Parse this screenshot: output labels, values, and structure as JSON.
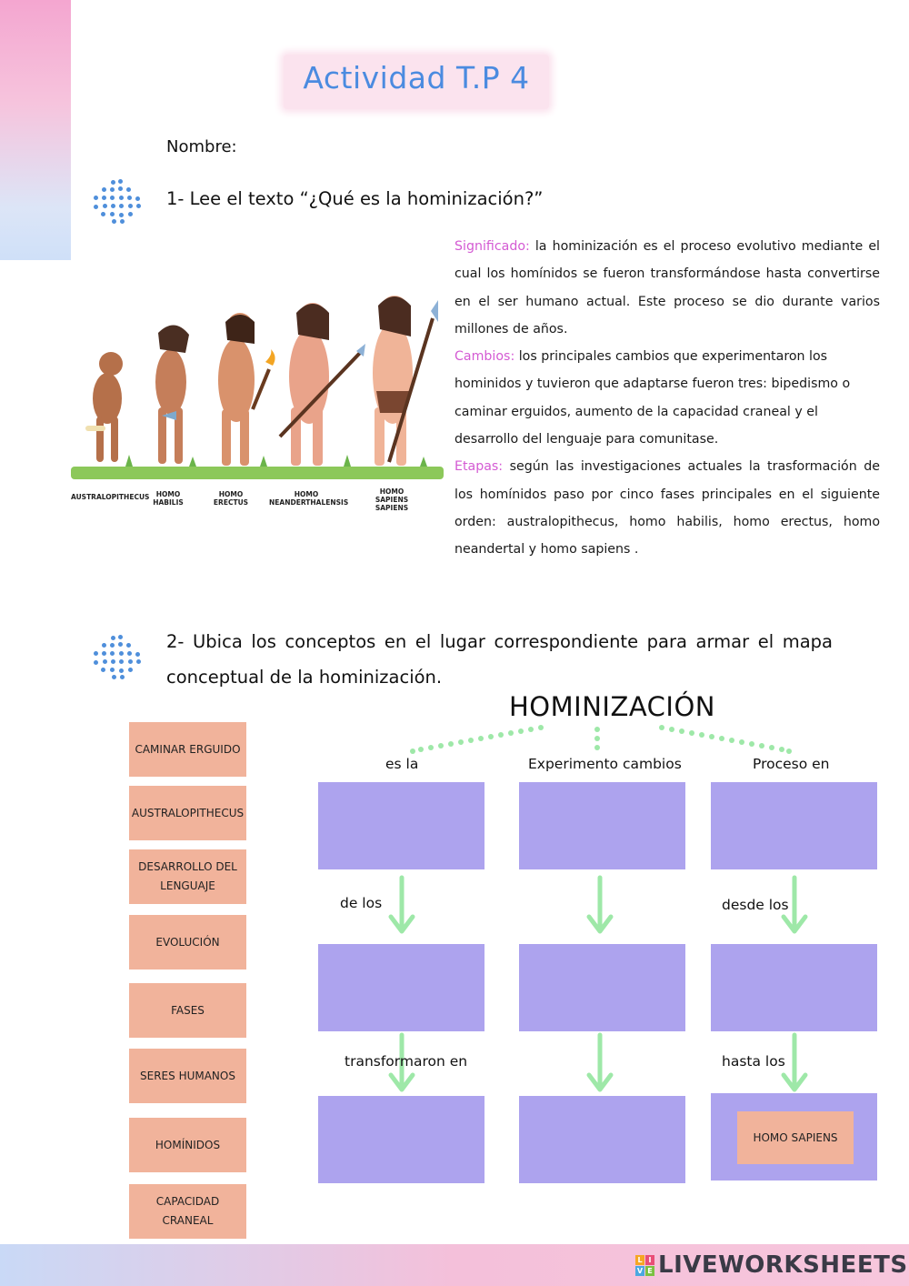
{
  "title": "Actividad T.P 4",
  "nombre_label": "Nombre:",
  "q1": "1- Lee el texto “¿Qué es la hominización?”",
  "paragraphs": {
    "significado_kw": "Significado:",
    "significado": " la hominización es el proceso evolutivo mediante el cual los homínidos se fueron transformándose hasta convertirse en el ser humano actual. Este proceso se dio durante varios millones de años.",
    "cambios_kw": "Cambios:",
    "cambios": " los principales cambios que experimentaron los hominidos y tuvieron que adaptarse fueron tres: bipedismo o caminar erguidos, aumento de la capacidad craneal y el desarrollo del lenguaje para comunitase.",
    "etapas_kw": "Etapas:",
    "etapas": " según las investigaciones actuales la trasformación de los homínidos paso por cinco fases principales en el siguiente orden: australopithecus, homo habilis, homo erectus, homo neandertal y homo sapiens ."
  },
  "evolution_labels": [
    "AUSTRALOPITHECUS",
    "HOMO HABILIS",
    "HOMO ERECTUS",
    "HOMO NEANDERTHALENSIS",
    "HOMO SAPIENS SAPIENS"
  ],
  "q2": "2- Ubica los conceptos en el lugar correspondiente para armar el mapa conceptual de la hominización.",
  "concepts": [
    "CAMINAR ERGUIDO",
    "AUSTRALOPITHECUS",
    "DESARROLLO DEL LENGUAJE",
    "EVOLUCIÓN",
    "FASES",
    "SERES HUMANOS",
    "HOMÍNIDOS",
    "CAPACIDAD CRANEAL"
  ],
  "map": {
    "title": "HOMINIZACIÓN",
    "branch_labels": [
      "es la",
      "Experimento cambios",
      "Proceso en"
    ],
    "link_labels": {
      "de_los": "de los",
      "desde_los": "desde los",
      "transformaron_en": "transformaron en",
      "hasta_los": "hasta los"
    },
    "placed_answer": "HOMO SAPIENS",
    "arrow_color": "#9ee8a8",
    "box_color": "#ada3ee",
    "concept_color": "#f1b39b"
  },
  "footer": {
    "brand": "LIVEWORKSHEETS",
    "logo_letters": [
      "L",
      "I",
      "V",
      "E"
    ]
  }
}
